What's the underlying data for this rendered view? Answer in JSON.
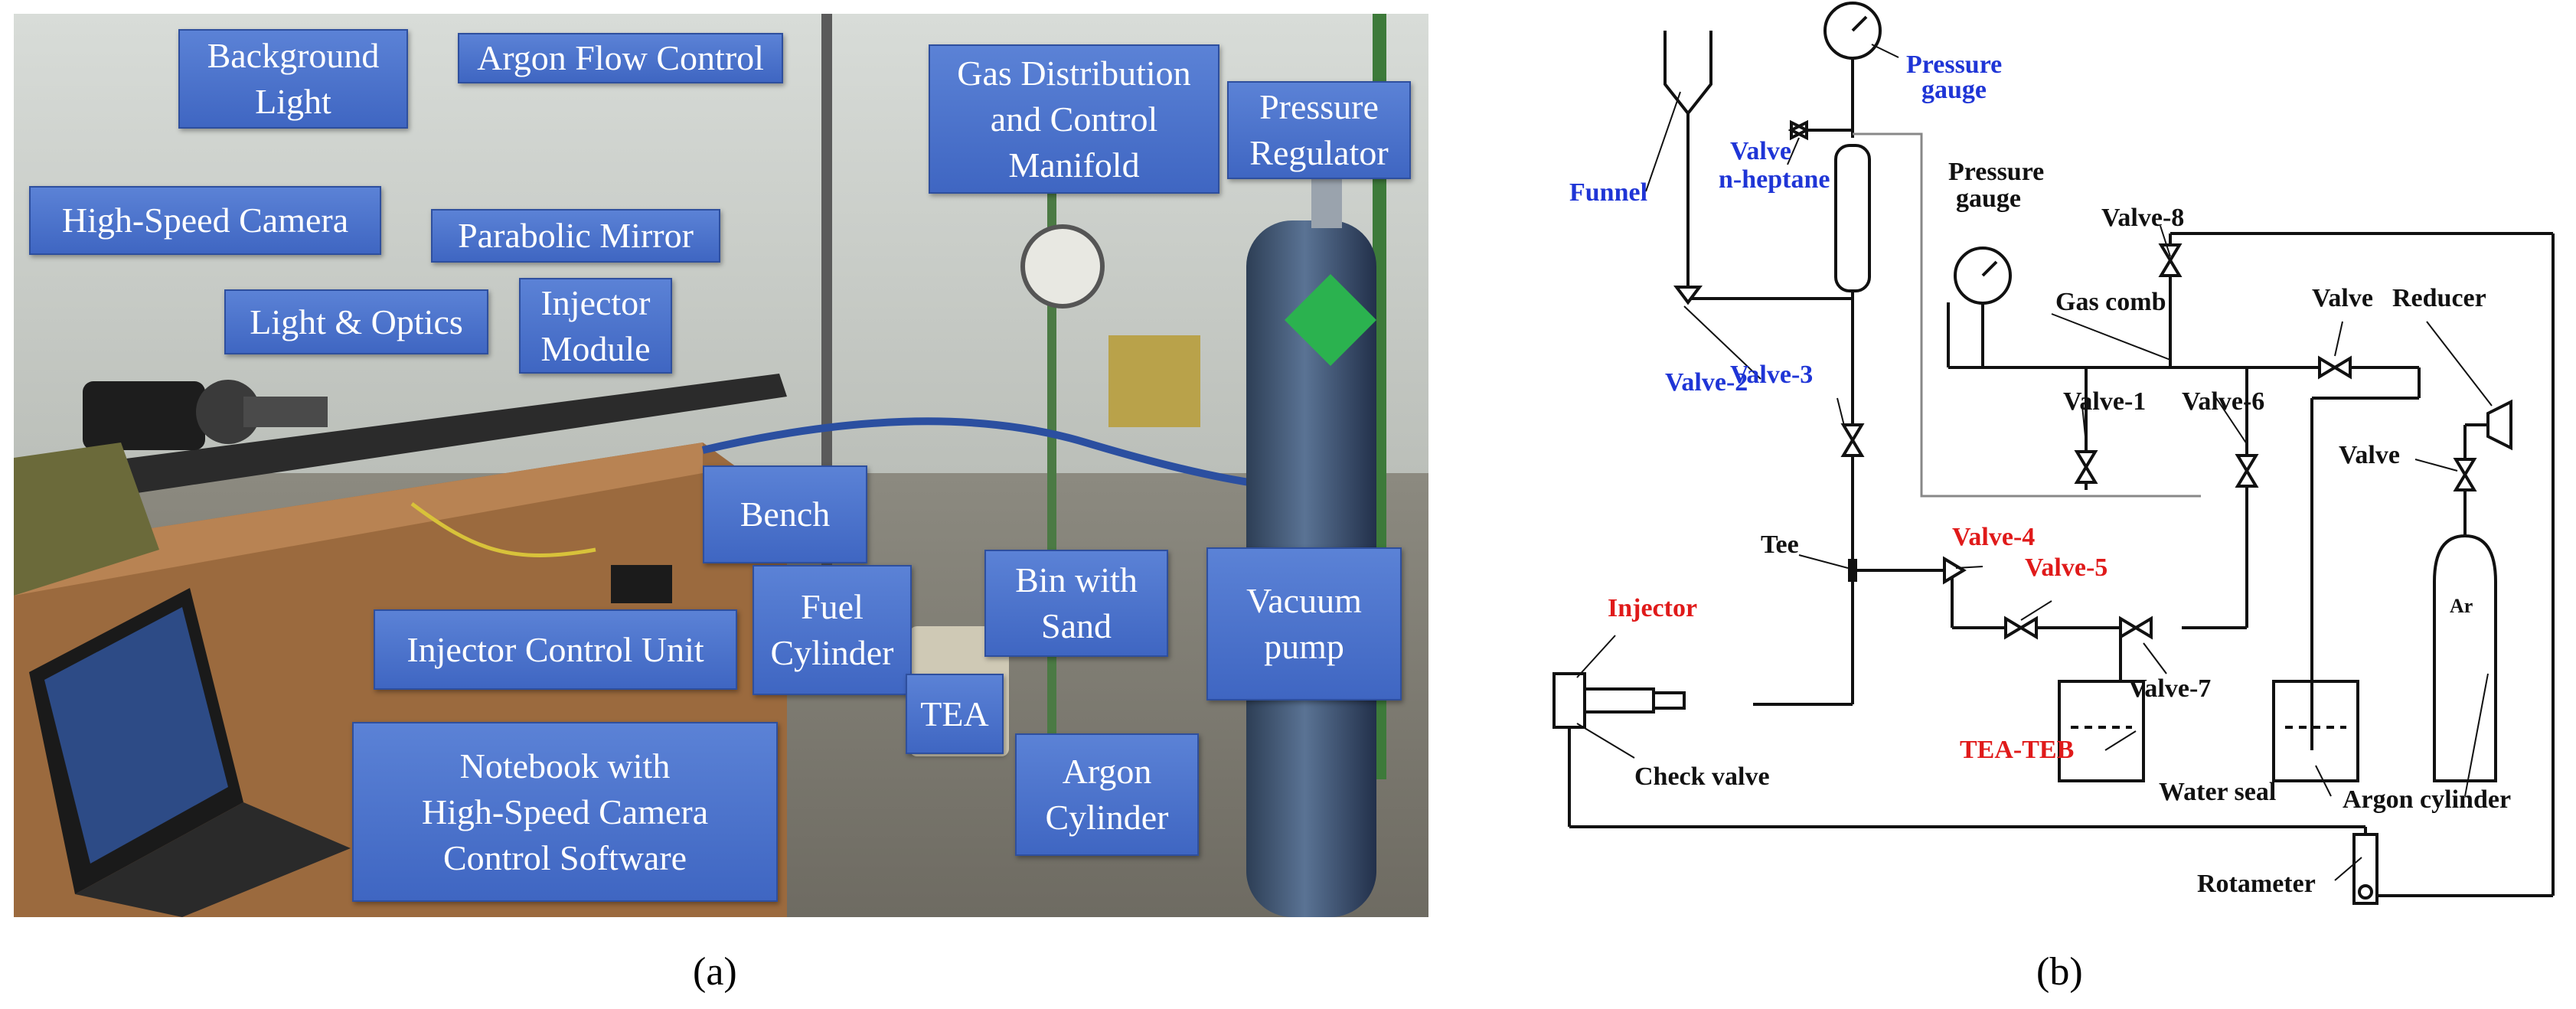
{
  "panel_a": {
    "caption": "(a)",
    "callouts": [
      {
        "id": "background-light",
        "text": "Background\nLight"
      },
      {
        "id": "argon-flow-control",
        "text": "Argon Flow Control"
      },
      {
        "id": "gas-distribution",
        "text": "Gas Distribution\nand Control\nManifold"
      },
      {
        "id": "pressure-regulator",
        "text": "Pressure\nRegulator"
      },
      {
        "id": "high-speed-camera",
        "text": "High-Speed Camera"
      },
      {
        "id": "parabolic-mirror",
        "text": "Parabolic Mirror"
      },
      {
        "id": "light-optics",
        "text": "Light & Optics"
      },
      {
        "id": "injector-module",
        "text": "Injector\nModule"
      },
      {
        "id": "bench",
        "text": "Bench"
      },
      {
        "id": "fuel-cylinder",
        "text": "Fuel\nCylinder"
      },
      {
        "id": "bin-with-sand",
        "text": "Bin with\nSand"
      },
      {
        "id": "vacuum-pump",
        "text": "Vacuum\npump"
      },
      {
        "id": "injector-control-unit",
        "text": "Injector Control Unit"
      },
      {
        "id": "tea",
        "text": "TEA"
      },
      {
        "id": "argon-cylinder",
        "text": "Argon\nCylinder"
      },
      {
        "id": "notebook",
        "text": "Notebook with\nHigh-Speed Camera\nControl Software"
      }
    ]
  },
  "panel_b": {
    "caption": "(b)",
    "labels": {
      "pressure_gauge_top": "Pressure",
      "pressure_gauge_top2": "gauge",
      "funnel": "Funnel",
      "valve_nheptane": "Valve",
      "valve_nheptane2": "n-heptane",
      "pressure_gauge_mid": "Pressure",
      "pressure_gauge_mid2": "gauge",
      "valve8": "Valve-8",
      "gas_comb": "Gas comb",
      "valve_top": "Valve",
      "reducer": "Reducer",
      "valve2": "Valve-2",
      "valve3": "Valve-3",
      "valve1": "Valve-1",
      "valve6": "Valve-6",
      "valve_right": "Valve",
      "tee": "Tee",
      "valve4": "Valve-4",
      "valve5": "Valve-5",
      "injector": "Injector",
      "valve7": "Valve-7",
      "tea_teb": "TEA-TEB",
      "check_valve": "Check valve",
      "water_seal": "Water seal",
      "argon_cylinder": "Argon cylinder",
      "ar": "Ar",
      "rotameter": "Rotameter"
    }
  },
  "colors": {
    "callout_blue": "#4a71cc",
    "label_blue": "#1f35d6",
    "label_red": "#e01a1a",
    "line": "#111111"
  }
}
